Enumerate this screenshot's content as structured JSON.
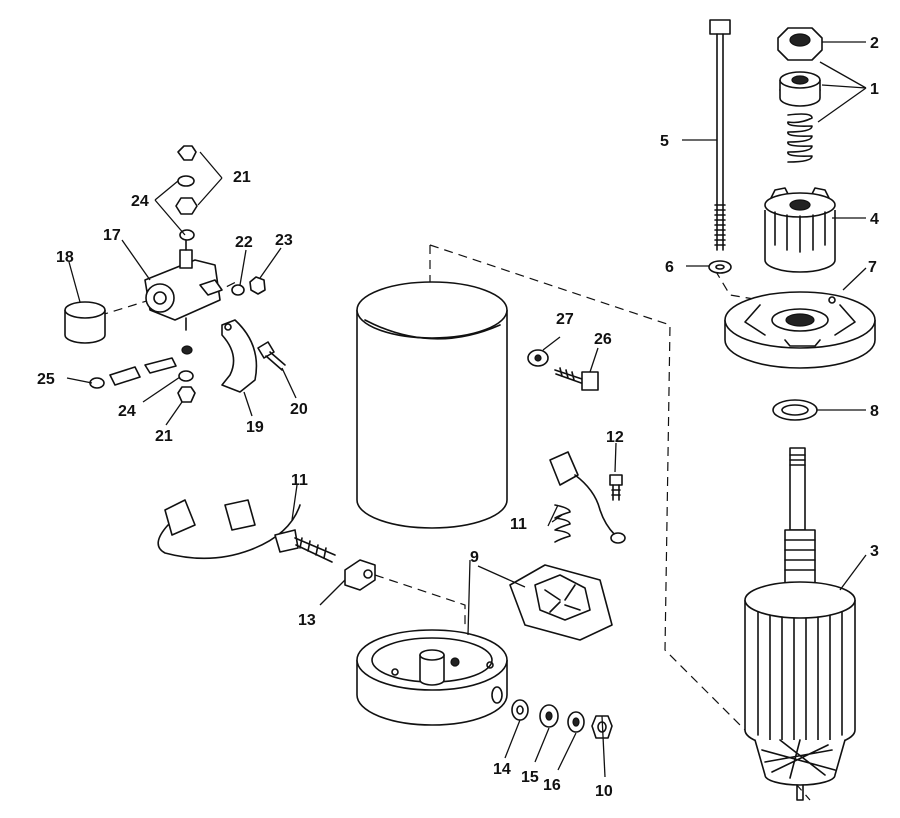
{
  "callouts": {
    "c1": "1",
    "c2": "2",
    "c3": "3",
    "c4": "4",
    "c5": "5",
    "c6": "6",
    "c7": "7",
    "c8": "8",
    "c9": "9",
    "c10": "10",
    "c11a": "11",
    "c11b": "11",
    "c12": "12",
    "c13": "13",
    "c14": "14",
    "c15": "15",
    "c16": "16",
    "c17": "17",
    "c18": "18",
    "c19": "19",
    "c20": "20",
    "c21a": "21",
    "c21b": "21",
    "c22": "22",
    "c23": "23",
    "c24a": "24",
    "c24b": "24",
    "c25": "25",
    "c26": "26",
    "c27": "27"
  }
}
